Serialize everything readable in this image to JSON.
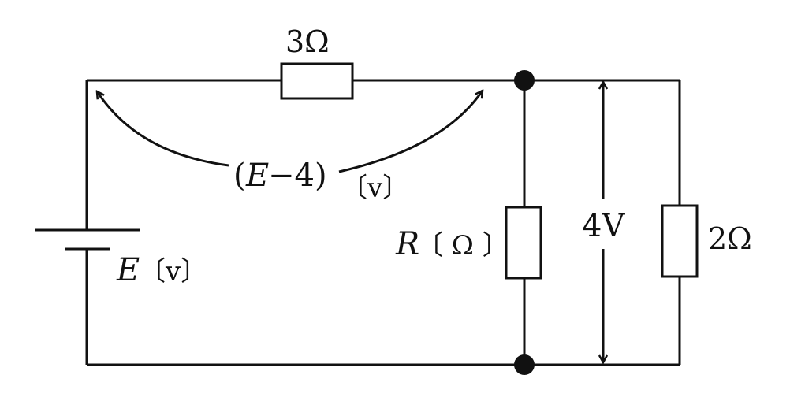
{
  "diagram": {
    "title": "",
    "labels": {
      "top_resistor": "3Ω",
      "voltage_drop_E": "E",
      "voltage_drop_mid": "−4)",
      "voltage_drop_unit": "〔v〕",
      "source_E": "E",
      "source_unit": "〔v〕",
      "unknown_R": "R",
      "unknown_unit": "〔 Ω 〕",
      "parallel_voltage": "4V",
      "right_resistor": "2Ω"
    },
    "colors": {
      "line": "#111111",
      "background": "#ffffff"
    }
  }
}
